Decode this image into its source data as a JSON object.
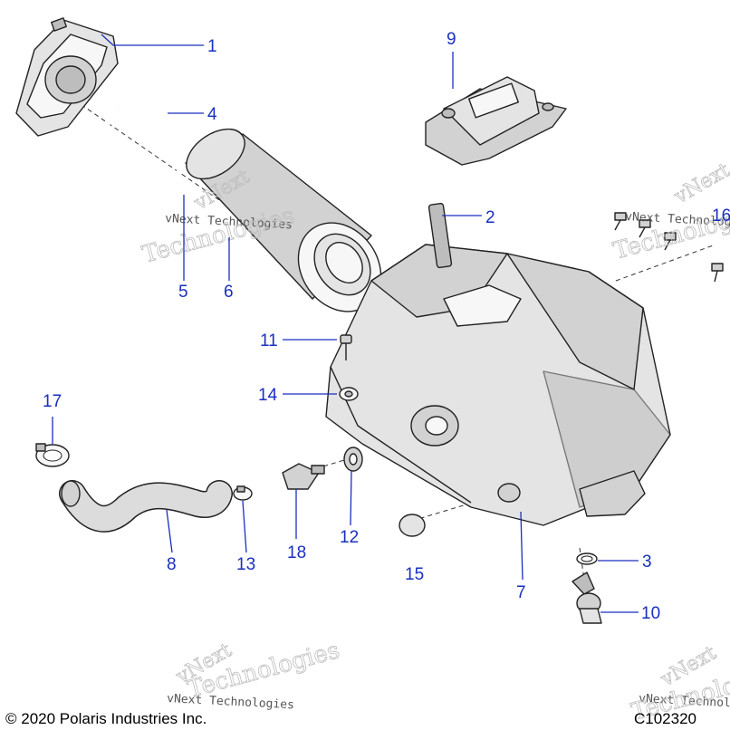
{
  "diagram": {
    "callouts": [
      {
        "id": "c1",
        "label": "1"
      },
      {
        "id": "c2",
        "label": "2"
      },
      {
        "id": "c3",
        "label": "3"
      },
      {
        "id": "c4",
        "label": "4"
      },
      {
        "id": "c5",
        "label": "5"
      },
      {
        "id": "c6",
        "label": "6"
      },
      {
        "id": "c7",
        "label": "7"
      },
      {
        "id": "c8",
        "label": "8"
      },
      {
        "id": "c9",
        "label": "9"
      },
      {
        "id": "c10",
        "label": "10"
      },
      {
        "id": "c11",
        "label": "11"
      },
      {
        "id": "c12",
        "label": "12"
      },
      {
        "id": "c13",
        "label": "13"
      },
      {
        "id": "c14",
        "label": "14"
      },
      {
        "id": "c15",
        "label": "15"
      },
      {
        "id": "c16",
        "label": "16"
      },
      {
        "id": "c17",
        "label": "17"
      },
      {
        "id": "c18",
        "label": "18"
      }
    ],
    "callout_color": "#1a2fbf",
    "watermark_line1": "vNext Technologies",
    "watermark_line2": "Technologies",
    "watermark_overlay": "vNext"
  },
  "footer": {
    "copyright": "© 2020 Polaris Industries Inc.",
    "figure_id": "C102320"
  }
}
